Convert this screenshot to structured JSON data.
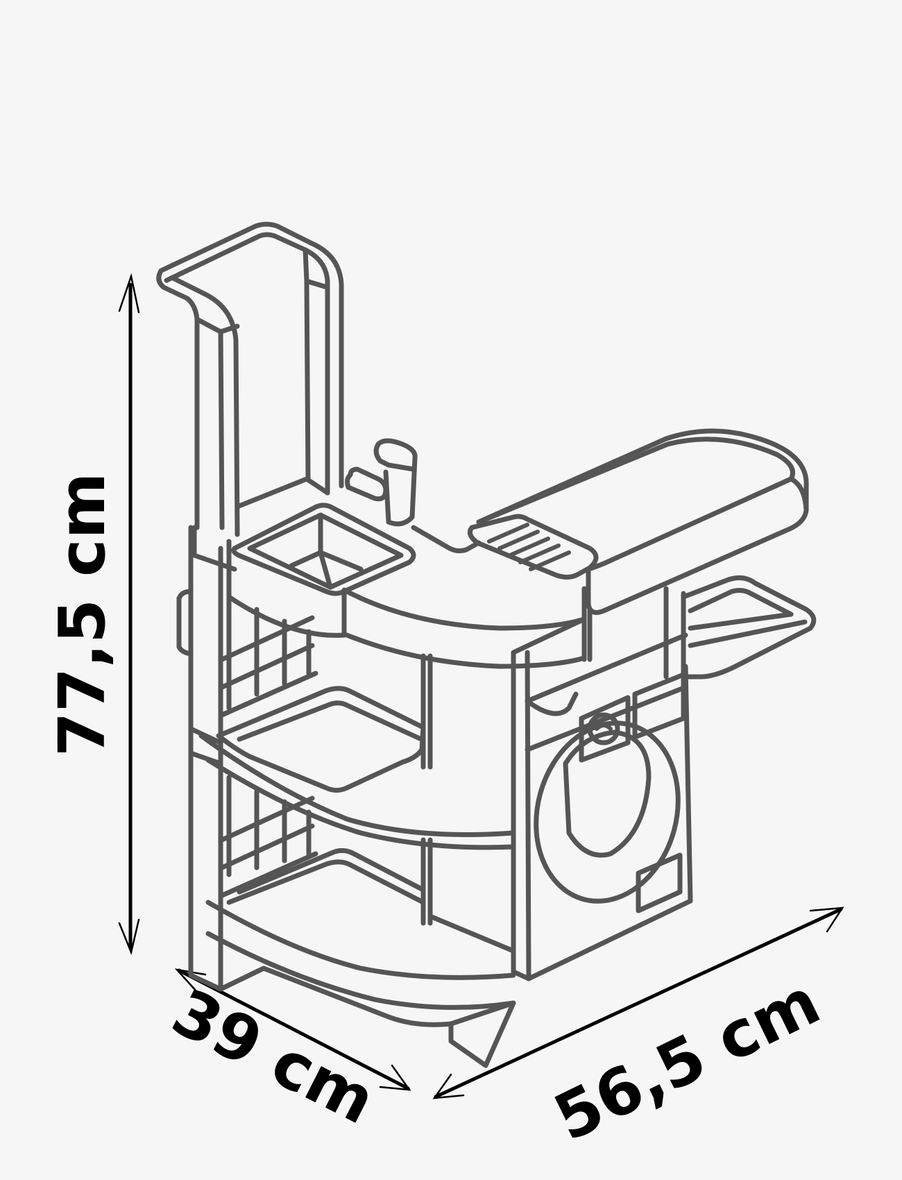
{
  "diagram": {
    "subject": "Toy laundry / utility station line drawing",
    "colors": {
      "background": "#f6f6f6",
      "outline": "#555555",
      "dimension": "#000000"
    },
    "parts": [
      "back-panel-frame",
      "sink-basin",
      "faucet",
      "soap-dish",
      "ironing-board",
      "side-rack",
      "washing-machine",
      "machine-control-knob",
      "upper-shelf",
      "lower-shelf",
      "side-grid-panel"
    ]
  },
  "dimensions": {
    "height": {
      "label": "77,5 cm",
      "value": 77.5,
      "unit": "cm"
    },
    "depth": {
      "label": "39 cm",
      "value": 39,
      "unit": "cm"
    },
    "width": {
      "label": "56,5 cm",
      "value": 56.5,
      "unit": "cm"
    }
  }
}
